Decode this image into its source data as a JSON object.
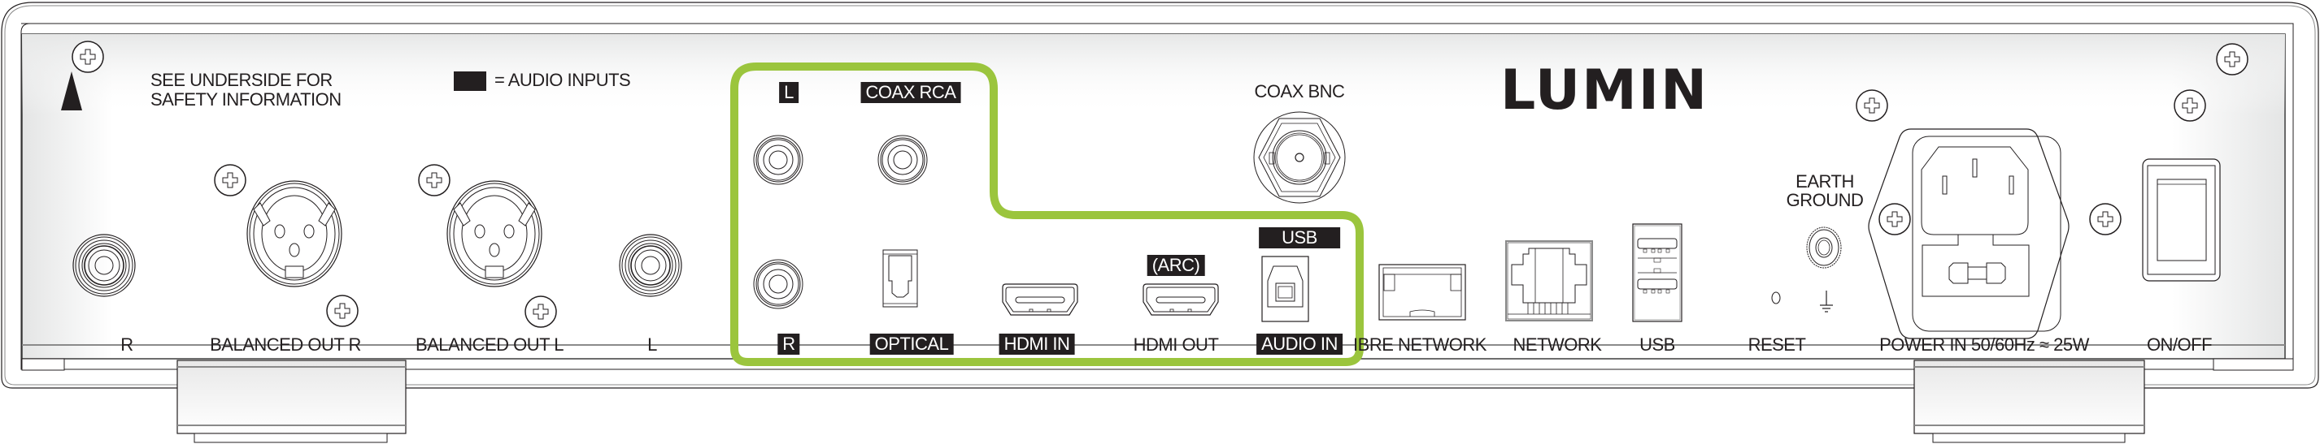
{
  "brand": {
    "logo_text": "LUMIN"
  },
  "notices": {
    "safety_line1": "SEE UNDERSIDE FOR",
    "safety_line2": "SAFETY INFORMATION",
    "legend_text": "= AUDIO INPUTS"
  },
  "colors": {
    "highlight": "#9bc53d",
    "ink": "#231f20",
    "panel": "#f4f4f4"
  },
  "ports": {
    "rca_out_r": {
      "label": "R"
    },
    "balanced_out_r": {
      "label": "BALANCED OUT R"
    },
    "balanced_out_l": {
      "label": "BALANCED OUT L"
    },
    "rca_out_l": {
      "label": "L"
    },
    "audio_inputs": {
      "coax_rca_l": {
        "label": "L"
      },
      "coax_rca": {
        "label": "COAX RCA"
      },
      "coax_rca_r": {
        "label": "R"
      },
      "optical": {
        "label": "OPTICAL"
      },
      "hdmi_in": {
        "label": "HDMI IN"
      },
      "hdmi_out_arc": {
        "label": "(ARC)"
      },
      "hdmi_out": {
        "label": "HDMI OUT"
      },
      "usb_top": {
        "label": "USB"
      },
      "usb_audio_in": {
        "label": "AUDIO IN"
      }
    },
    "coax_bnc": {
      "label": "COAX BNC"
    },
    "fibre_network": {
      "label": "IBRE NETWORK"
    },
    "network": {
      "label": "NETWORK"
    },
    "usb": {
      "label": "USB"
    },
    "reset": {
      "label": "RESET"
    },
    "earth_ground": {
      "label_line1": "EARTH",
      "label_line2": "GROUND"
    },
    "power_in": {
      "label": "POWER IN 50/60Hz ≈ 25W"
    },
    "on_off": {
      "label": "ON/OFF"
    }
  }
}
